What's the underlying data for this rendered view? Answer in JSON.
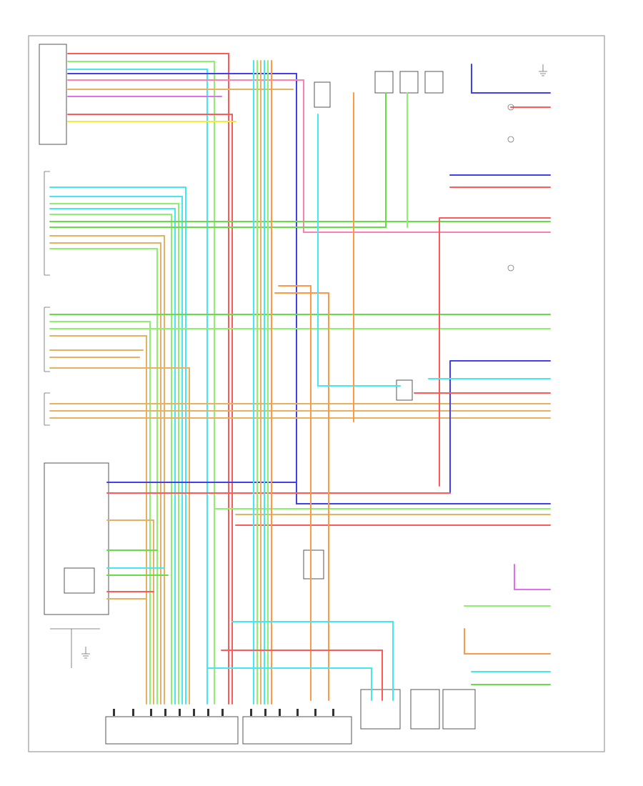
{
  "page": {
    "footer_left": "",
    "footer_center_1": "",
    "footer_center_2": ""
  },
  "colors": {
    "red": "#ff5a5a",
    "pink": "#ff7fb0",
    "green": "#66dd44",
    "ltgreen": "#8ff070",
    "blue": "#4040ee",
    "ltblue": "#44e8ee",
    "orange": "#ff9944",
    "yellow": "#eeee33",
    "tan": "#e8b060",
    "violet": "#e070f0",
    "gray": "#888888"
  },
  "components": [
    {
      "id": "multiplex-control-unit",
      "label": ""
    },
    {
      "id": "instrument-cluster",
      "label": ""
    },
    {
      "id": "junction-box",
      "label": ""
    },
    {
      "id": "power-steering-unit",
      "label": ""
    },
    {
      "id": "engine-control-module",
      "label": ""
    },
    {
      "id": "vsa-modulator-control-unit",
      "label": ""
    },
    {
      "id": "brake-pedal-position-switch",
      "label": ""
    },
    {
      "id": "pcm",
      "label": ""
    },
    {
      "id": "mode-switch",
      "label": ""
    },
    {
      "id": "keyless-receiver",
      "label": ""
    }
  ],
  "icons": [
    "ground-symbol",
    "diode-symbol",
    "switch-symbol",
    "connector-pin"
  ]
}
